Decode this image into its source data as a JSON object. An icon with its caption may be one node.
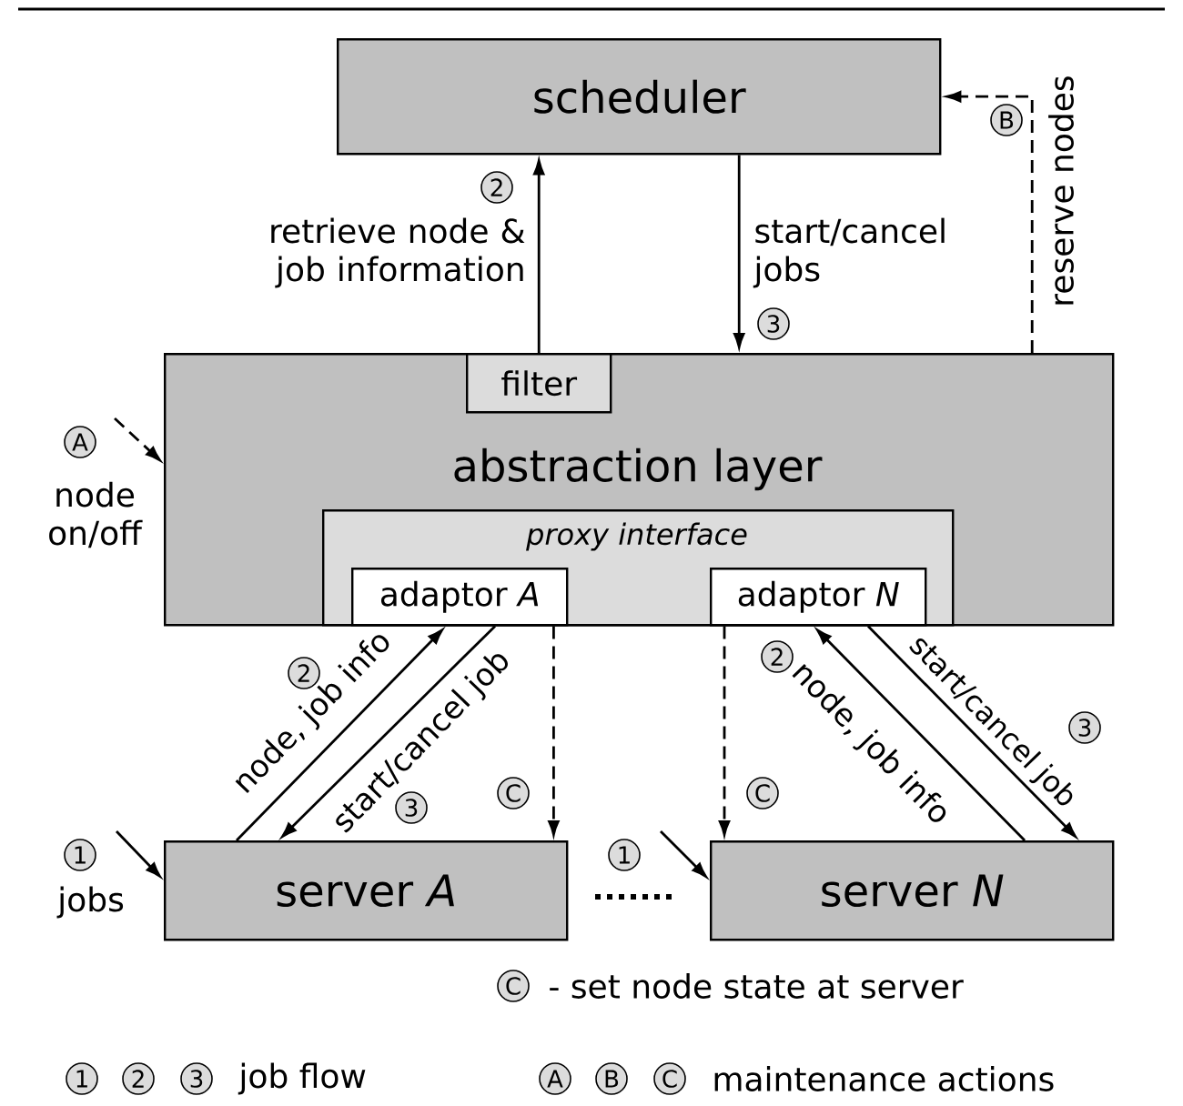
{
  "diagram": {
    "nodes": [
      {
        "text": [
          "scheduler"
        ]
      },
      {
        "text": [
          "abstraction layer"
        ]
      },
      {
        "text": [
          "filter"
        ],
        "in": 1
      },
      {
        "text": [
          "proxy interface"
        ],
        "in": 1
      },
      {
        "text": [
          "adaptor *A*"
        ],
        "in": 3
      },
      {
        "text": [
          "adaptor *N*"
        ],
        "in": 3
      },
      {
        "text": [
          "server *A*"
        ]
      },
      {
        "text": [
          "server *N*"
        ]
      }
    ],
    "edges": [
      {
        "from": 2,
        "to": 0,
        "arrow": "to",
        "label": "retrieve node & job information"
      },
      {
        "from": 0,
        "to": 1,
        "arrow": "to",
        "label": "start/cancel jobs"
      },
      {
        "from": 1,
        "to": 0,
        "arrow": "to",
        "style": "dashed",
        "label": "reserve nodes"
      },
      {
        "from": null,
        "to": 1,
        "arrow": "to",
        "style": "dashed",
        "label": "node on/off"
      },
      {
        "from": 6,
        "to": 4,
        "arrow": "to",
        "label": "node, job info"
      },
      {
        "from": 4,
        "to": 6,
        "arrow": "to",
        "label": "start/cancel job"
      },
      {
        "from": 4,
        "to": 6,
        "arrow": "to",
        "style": "dashed"
      },
      {
        "from": 7,
        "to": 5,
        "arrow": "to",
        "label": "node, job info"
      },
      {
        "from": 5,
        "to": 7,
        "arrow": "to",
        "label": "start/cancel job"
      },
      {
        "from": 5,
        "to": 7,
        "arrow": "to",
        "style": "dashed"
      },
      {
        "from": null,
        "to": 6,
        "arrow": "to",
        "label": "jobs"
      },
      {
        "from": null,
        "to": 7,
        "arrow": "to"
      }
    ],
    "labels": [
      "B",
      "2",
      "3",
      "A",
      "2",
      "2",
      "3",
      "C",
      "C",
      "3",
      "1",
      "1",
      "C",
      "- set node state at server",
      "1",
      "2",
      "3",
      "job flow",
      "A",
      "B",
      "C",
      "maintenance actions"
    ]
  }
}
